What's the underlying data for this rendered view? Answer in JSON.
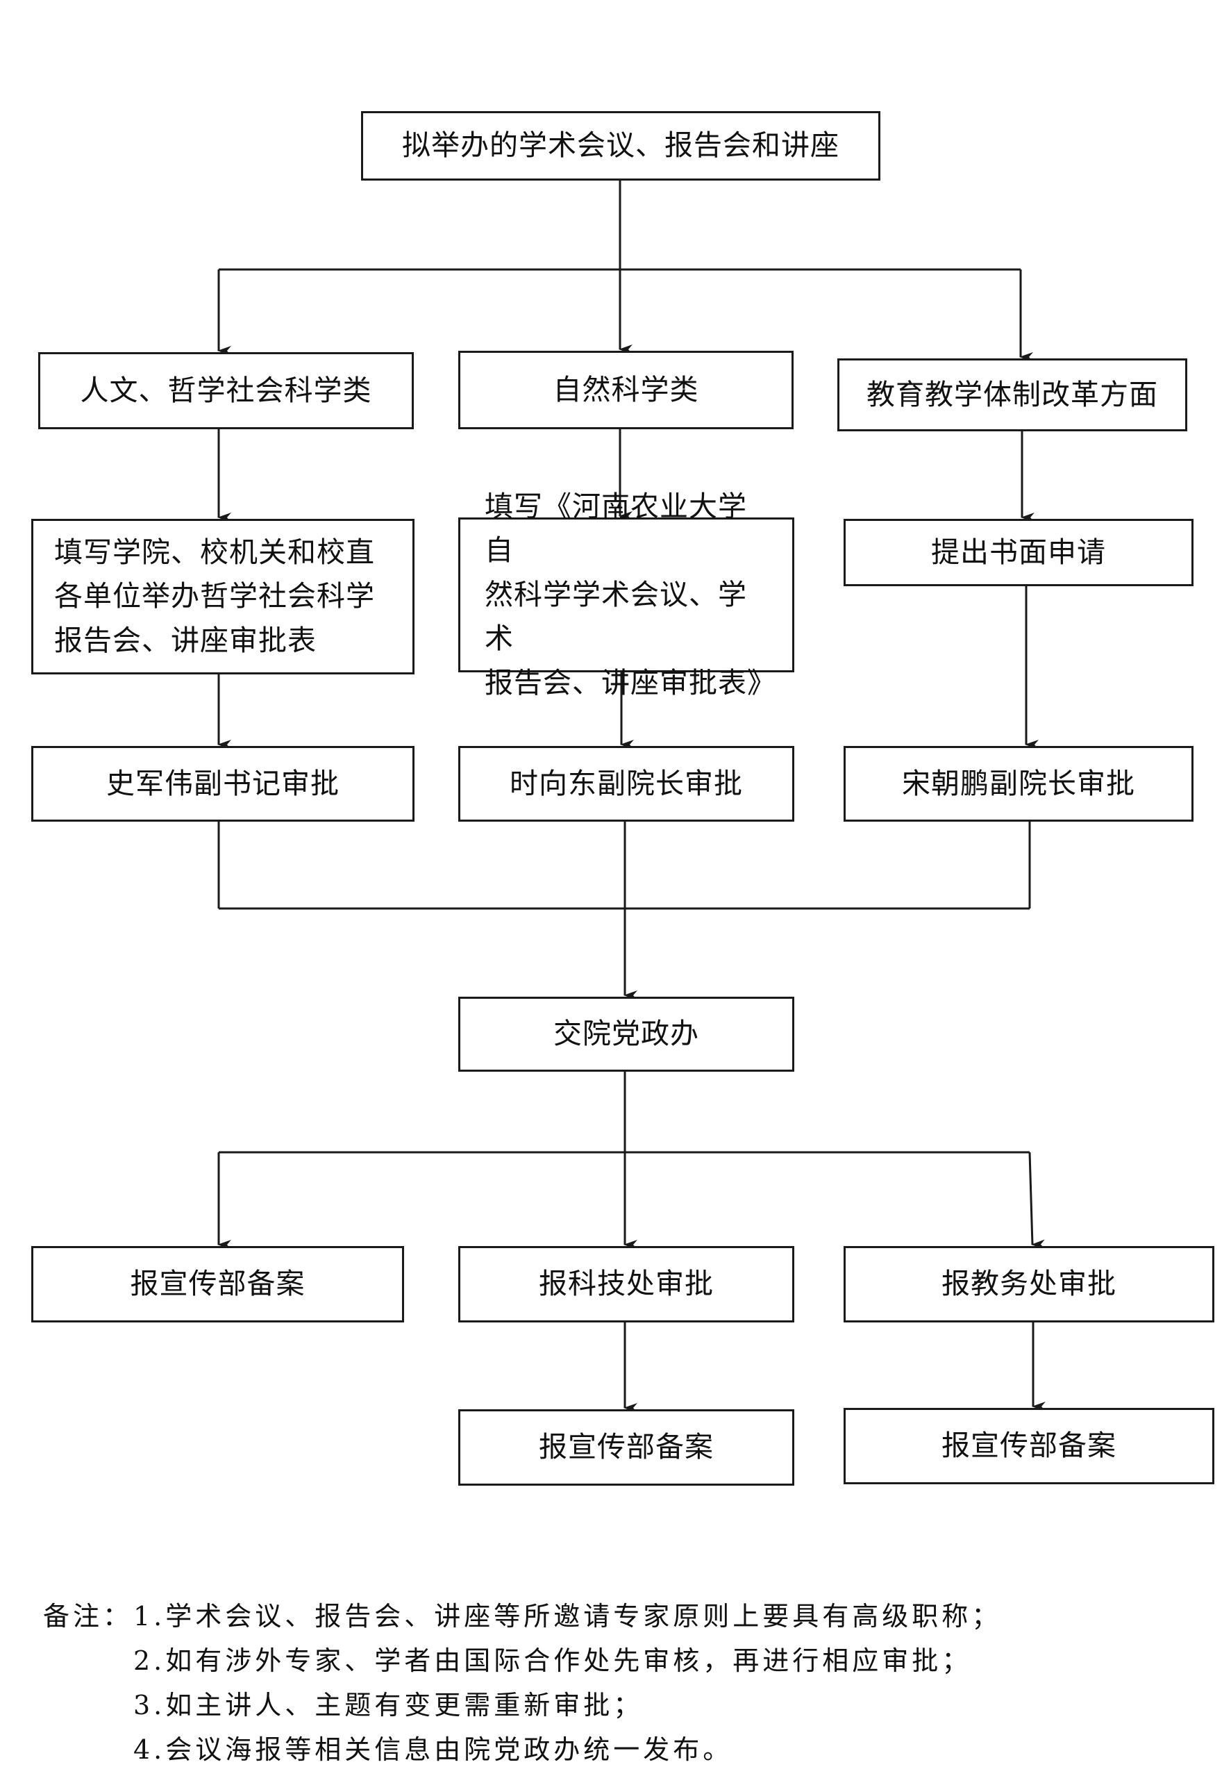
{
  "nodes": {
    "root": "拟举办的学术会议、报告会和讲座",
    "cat_humanities": "人文、哲学社会科学类",
    "cat_science": "自然科学类",
    "cat_education": "教育教学体制改革方面",
    "fill_humanities": [
      "填写学院、校机关和校直",
      "各单位举办哲学社会科学",
      "报告会、讲座审批表"
    ],
    "fill_science": [
      "填写《河南农业大学自",
      "然科学学术会议、学术",
      "报告会、讲座审批表》"
    ],
    "written_application": "提出书面申请",
    "approve_shi_junwei": "史军伟副书记审批",
    "approve_shi_xiangdong": "时向东副院长审批",
    "approve_song_chaopeng": "宋朝鹏副院长审批",
    "party_office": "交院党政办",
    "report_propaganda_left": "报宣传部备案",
    "report_sci_tech": "报科技处审批",
    "report_academic_affairs": "报教务处审批",
    "report_propaganda_mid": "报宣传部备案",
    "report_propaganda_right": "报宣传部备案"
  },
  "notes": {
    "label": "备注：",
    "items": [
      "1.学术会议、报告会、讲座等所邀请专家原则上要具有高级职称；",
      "2.如有涉外专家、学者由国际合作处先审核，再进行相应审批；",
      "3.如主讲人、主题有变更需重新审批；",
      "4.会议海报等相关信息由院党政办统一发布。"
    ]
  },
  "colors": {
    "line": "#1a1a1a",
    "background": "#ffffff"
  }
}
